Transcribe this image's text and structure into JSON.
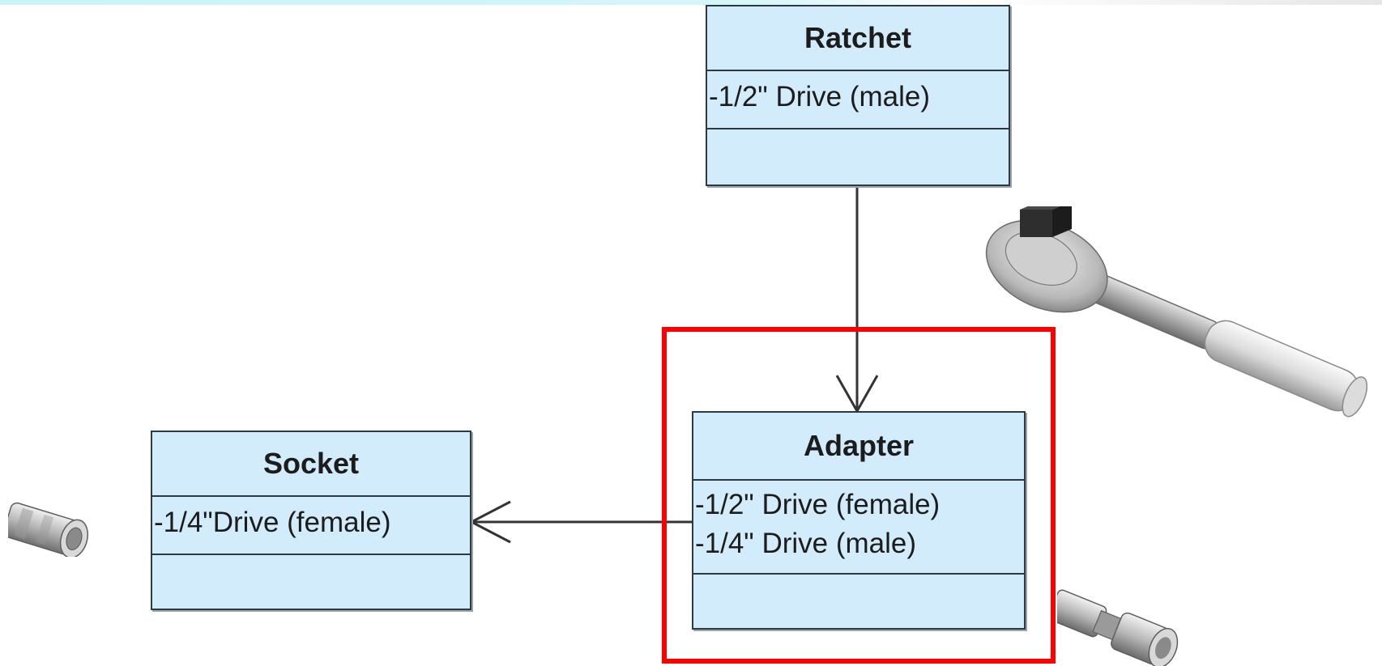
{
  "classes": {
    "ratchet": {
      "name": "Ratchet",
      "attributes": [
        "-1/2\" Drive (male)"
      ]
    },
    "adapter": {
      "name": "Adapter",
      "attributes": [
        "-1/2\" Drive (female)",
        "-1/4\" Drive (male)"
      ]
    },
    "socket": {
      "name": "Socket",
      "attributes": [
        "-1/4\"Drive (female)"
      ]
    }
  },
  "relations": [
    {
      "from": "ratchet",
      "to": "adapter",
      "type": "association-arrow"
    },
    {
      "from": "adapter",
      "to": "socket",
      "type": "association-arrow"
    }
  ],
  "highlight": {
    "target": "adapter",
    "color": "#ff0000"
  },
  "images": [
    "ratchet-wrench-icon",
    "socket-icon",
    "adapter-icon"
  ],
  "colors": {
    "class_fill": "#d3ecfb",
    "class_border": "#2f3a40",
    "line": "#333333"
  }
}
